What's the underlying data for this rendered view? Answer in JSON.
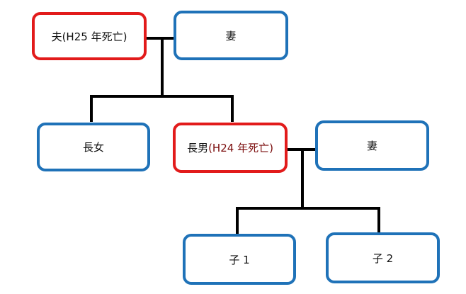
{
  "nodes": {
    "husband": {
      "label": "夫",
      "note": "(H25 年死亡)"
    },
    "wife1": {
      "label": "妻"
    },
    "daughter": {
      "label": "長女"
    },
    "eldest_son": {
      "label": "長男",
      "note": "(H24 年死亡)"
    },
    "wife2": {
      "label": "妻"
    },
    "child1": {
      "label": "子 1"
    },
    "child2": {
      "label": "子 2"
    }
  },
  "colors": {
    "deceased_border": "#e21b1b",
    "living_border": "#1f72b8",
    "connector": "#000000"
  }
}
